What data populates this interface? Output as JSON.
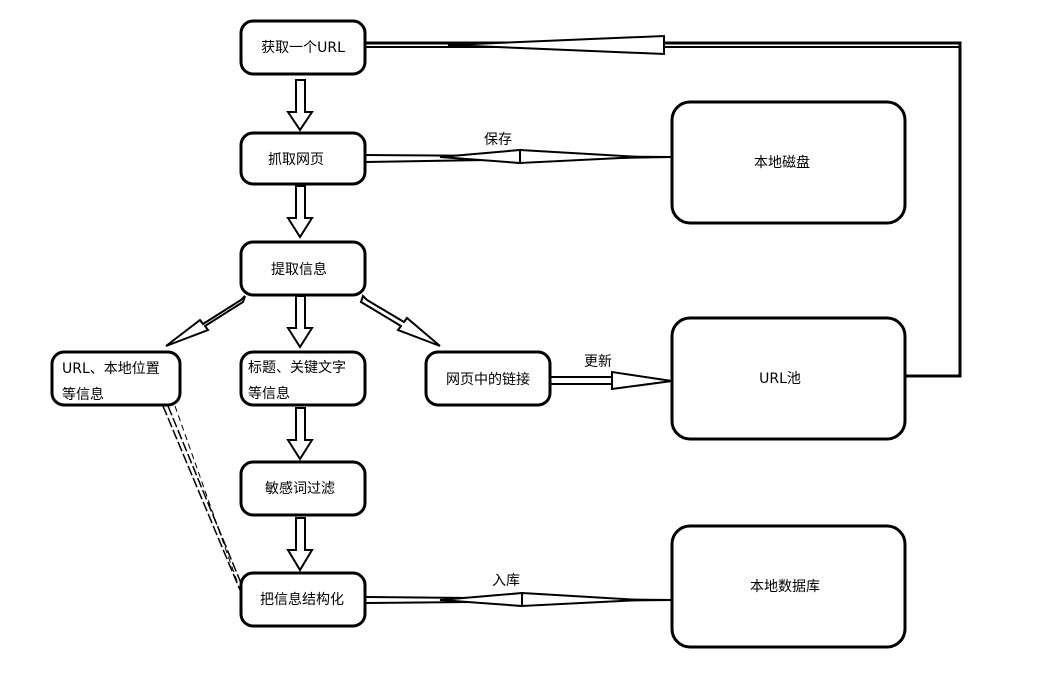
{
  "nodes": {
    "get_url": "获取一个URL",
    "fetch_page": "抓取网页",
    "extract_info": "提取信息",
    "url_location": [
      "URL、本地位置",
      "等信息"
    ],
    "title_keywords": [
      "标题、关键文字",
      "等信息"
    ],
    "links_in_page": "网页中的链接",
    "sensitive_filter": "敏感词过滤",
    "structure_info": "把信息结构化",
    "local_disk": "本地磁盘",
    "url_pool": "URL池",
    "local_db": "本地数据库"
  },
  "edges": {
    "save": "保存",
    "update": "更新",
    "store": "入库"
  },
  "colors": {
    "line": "#000000",
    "fill": "#ffffff"
  }
}
